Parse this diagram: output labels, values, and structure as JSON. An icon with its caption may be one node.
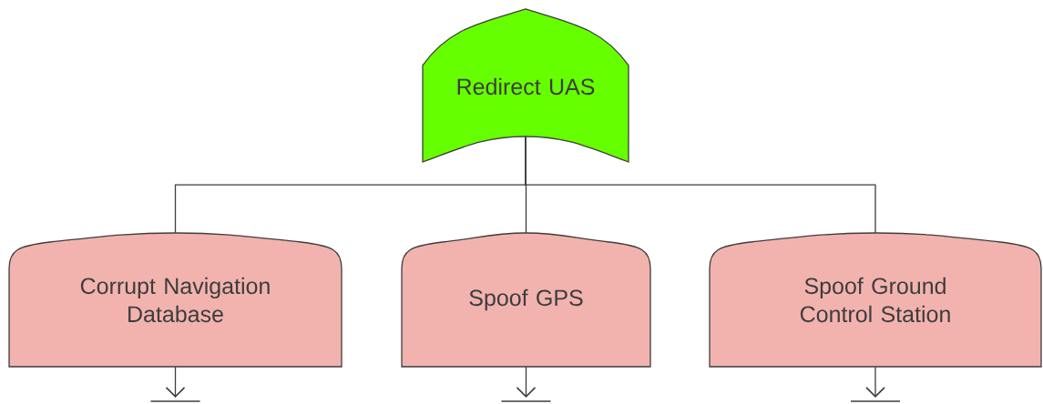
{
  "diagram": {
    "nodes": [
      {
        "text": [
          "Redirect UAS"
        ]
      },
      {
        "text": [
          "Corrupt Navigation Database"
        ]
      },
      {
        "text": [
          "Spoof GPS"
        ]
      },
      {
        "text": [
          "Spoof Ground Control Station"
        ]
      }
    ],
    "edges": [
      {
        "from": 0,
        "to": 1,
        "arrow": "none"
      },
      {
        "from": 0,
        "to": 2,
        "arrow": "none"
      },
      {
        "from": 0,
        "to": 3,
        "arrow": "none"
      },
      {
        "from": 1,
        "to": null,
        "arrow": "to"
      },
      {
        "from": 2,
        "to": null,
        "arrow": "to"
      },
      {
        "from": 3,
        "to": null,
        "arrow": "to"
      }
    ]
  }
}
